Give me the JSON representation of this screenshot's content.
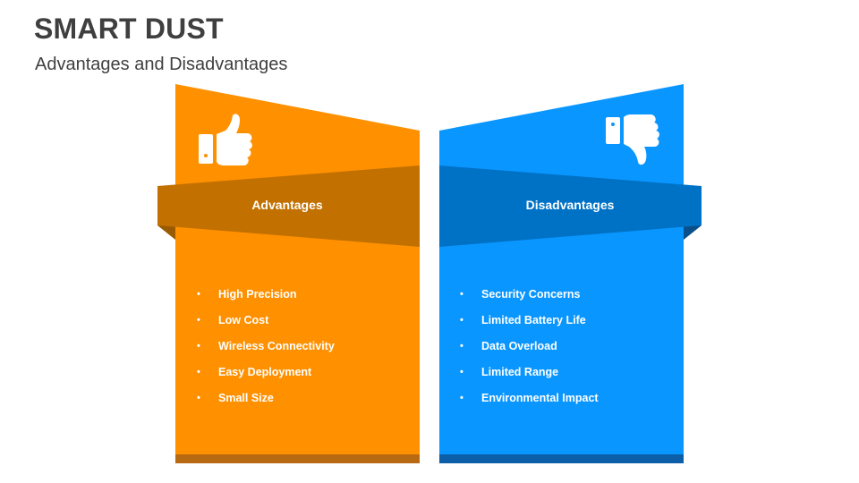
{
  "slide": {
    "title": "SMART DUST",
    "subtitle": "Advantages and Disadvantages"
  },
  "colors": {
    "advantages_panel": "#FF9000",
    "advantages_band": "#C27000",
    "disadvantages_panel": "#0A96FF",
    "disadvantages_band": "#0072C6"
  },
  "advantages": {
    "icon": "thumbs-up-icon",
    "heading": "Advantages",
    "items": [
      "High Precision",
      "Low Cost",
      "Wireless Connectivity",
      "Easy Deployment",
      "Small Size"
    ]
  },
  "disadvantages": {
    "icon": "thumbs-down-icon",
    "heading": "Disadvantages",
    "items": [
      "Security Concerns",
      "Limited Battery Life",
      "Data Overload",
      "Limited Range",
      "Environmental Impact"
    ]
  }
}
